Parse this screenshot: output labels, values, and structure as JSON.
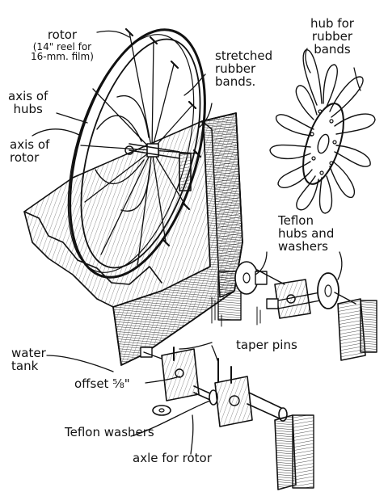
{
  "labels": {
    "rotor": "rotor",
    "rotor_note_1": "(14\" reel for",
    "rotor_note_2": "16-mm. film)",
    "stretched_1": "stretched",
    "stretched_2": "rubber",
    "stretched_3": "bands.",
    "hub_1": "hub for",
    "hub_2": "rubber",
    "hub_3": "bands",
    "axis_hubs_1": "axis of",
    "axis_hubs_2": "hubs",
    "axis_rotor_1": "axis of",
    "axis_rotor_2": "rotor",
    "teflon_hubs_1": "Teflon",
    "teflon_hubs_2": "hubs and",
    "teflon_hubs_3": "washers",
    "water_tank_1": "water",
    "water_tank_2": "tank",
    "taper_pins": "taper pins",
    "offset": "offset ⅝\"",
    "teflon_washers": "Teflon washers",
    "axle": "axle for rotor"
  },
  "colors": {
    "ink": "#111111",
    "paper": "#ffffff"
  }
}
